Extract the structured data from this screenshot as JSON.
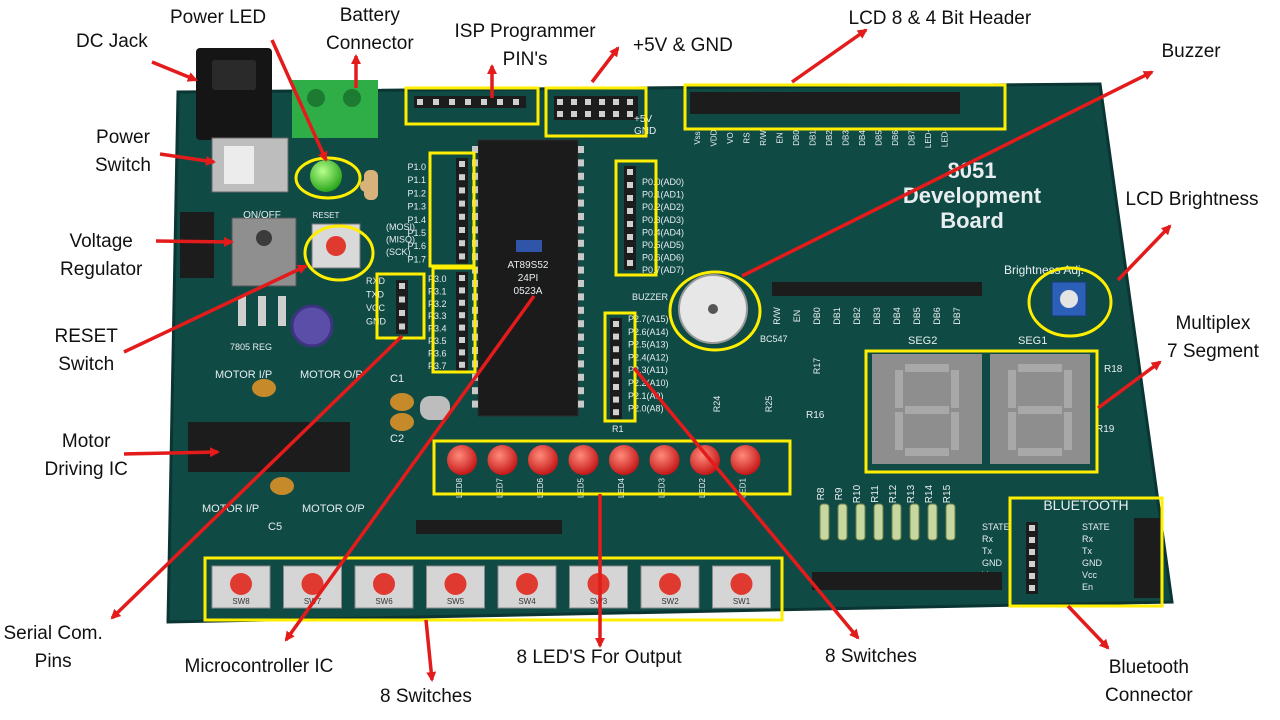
{
  "colors": {
    "board": "#0f4a45",
    "board_dark": "#0a3532",
    "silkscreen": "#e8eef0",
    "highlight": "#ffee00",
    "arrow": "#e31b1b",
    "led_red": "#e02a2a",
    "pin_black": "#1c1c1c",
    "terminal_green": "#2fae48",
    "button_red": "#e03a30"
  },
  "board": {
    "title_lines": [
      "8051",
      "Development",
      "Board"
    ],
    "chip_lines": [
      "AT89S52",
      "24PI",
      "0523A"
    ],
    "silk": {
      "on_off": "ON/OFF",
      "reset": "RESET",
      "regulator": "7805 REG",
      "motor_in": "MOTOR I/P",
      "motor_out": "MOTOR O/P",
      "c1": "C1",
      "c2": "C2",
      "c5": "C5",
      "buzzer": "BUZZER",
      "bc547": "BC547",
      "seg2": "SEG2",
      "seg1": "SEG1",
      "brightness": "Brightness Adj.",
      "bluetooth": "BLUETOOTH",
      "plus5v": "+5V",
      "gnd": "GND",
      "r16": "R16",
      "r17": "R17",
      "r18": "R18",
      "r19": "R19",
      "r24": "R24",
      "r25": "R25",
      "r1": "R1"
    },
    "port0_labels": [
      "P0.0(AD0)",
      "P0.1(AD1)",
      "P0.2(AD2)",
      "P0.3(AD3)",
      "P0.4(AD4)",
      "P0.5(AD5)",
      "P0.6(AD6)",
      "P0.7(AD7)"
    ],
    "port2_labels": [
      "P2.7(A15)",
      "P2.6(A14)",
      "P2.5(A13)",
      "P2.4(A12)",
      "P2.3(A11)",
      "P2.2(A10)",
      "P2.1(A9)",
      "P2.0(A8)"
    ],
    "port1_labels": [
      "P1.0",
      "P1.1",
      "P1.2",
      "P1.3",
      "P1.4",
      "P1.5",
      "P1.6",
      "P1.7"
    ],
    "port3_labels": [
      "P3.0",
      "P3.1",
      "P3.2",
      "P3.3",
      "P3.4",
      "P3.5",
      "P3.6",
      "P3.7"
    ],
    "serial_labels": [
      "RXD",
      "TXD",
      "VCC",
      "GND"
    ],
    "isp_side_labels": [
      "(MOSI)",
      "(MISO)",
      "(SCK)"
    ],
    "lcd_pin_labels": [
      "Vss",
      "VDD",
      "VO",
      "RS",
      "R/W",
      "EN",
      "DB0",
      "DB1",
      "DB2",
      "DB3",
      "DB4",
      "DB5",
      "DB6",
      "DB7",
      "LED+",
      "LED-"
    ],
    "bt_labels": [
      "STATE",
      "Rx",
      "Tx",
      "GND",
      "Vcc",
      "En"
    ],
    "switch_labels": [
      "SW8",
      "SW7",
      "SW6",
      "SW5",
      "SW4",
      "SW3",
      "SW2",
      "SW1"
    ],
    "led_labels": [
      "LED8",
      "LED7",
      "LED6",
      "LED5",
      "LED4",
      "LED3",
      "LED2",
      "LED1"
    ],
    "resistor_labels": [
      "R8",
      "R9",
      "R10",
      "R11",
      "R12",
      "R13",
      "R14",
      "R15"
    ]
  },
  "callouts": [
    {
      "id": "dc-jack",
      "lines": [
        "DC Jack"
      ]
    },
    {
      "id": "power-led",
      "lines": [
        "Power LED"
      ]
    },
    {
      "id": "battery-connector",
      "lines": [
        "Battery",
        "Connector"
      ]
    },
    {
      "id": "isp-programmer",
      "lines": [
        "ISP Programmer",
        "PIN's"
      ]
    },
    {
      "id": "power-gnd",
      "lines": [
        "+5V & GND"
      ]
    },
    {
      "id": "lcd-header",
      "lines": [
        "LCD 8 & 4 Bit Header"
      ]
    },
    {
      "id": "buzzer",
      "lines": [
        "Buzzer"
      ]
    },
    {
      "id": "power-switch",
      "lines": [
        "Power",
        "Switch"
      ]
    },
    {
      "id": "voltage-regulator",
      "lines": [
        "Voltage",
        "Regulator"
      ]
    },
    {
      "id": "lcd-brightness",
      "lines": [
        "LCD Brightness"
      ]
    },
    {
      "id": "reset-switch",
      "lines": [
        "RESET",
        "Switch"
      ]
    },
    {
      "id": "multiplex-7seg",
      "lines": [
        "Multiplex",
        "7 Segment"
      ]
    },
    {
      "id": "motor-driving-ic",
      "lines": [
        "Motor",
        "Driving IC"
      ]
    },
    {
      "id": "serial-com",
      "lines": [
        "Serial Com.",
        "Pins"
      ]
    },
    {
      "id": "microcontroller-ic",
      "lines": [
        "Microcontroller IC"
      ]
    },
    {
      "id": "leds-output",
      "lines": [
        "8 LED'S For Output"
      ]
    },
    {
      "id": "switches-right",
      "lines": [
        "8 Switches"
      ]
    },
    {
      "id": "switches-bottom",
      "lines": [
        "8 Switches"
      ]
    },
    {
      "id": "bluetooth-connector",
      "lines": [
        "Bluetooth",
        "Connector"
      ]
    }
  ]
}
